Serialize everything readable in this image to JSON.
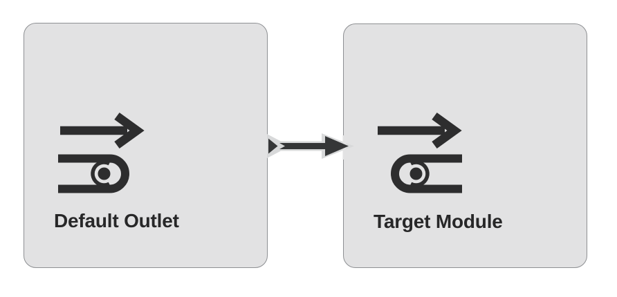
{
  "diagram": {
    "title": "",
    "nodes": [
      {
        "id": "default-outlet",
        "label": "Default Outlet",
        "icon": "outlet-arrow-icon"
      },
      {
        "id": "target-module",
        "label": "Target Module",
        "icon": "module-inlet-arrow-icon"
      }
    ],
    "edges": [
      {
        "from": "default-outlet",
        "to": "target-module",
        "direction": "right"
      }
    ],
    "colors": {
      "background": "#ffffff",
      "node_fill": "#e2e2e3",
      "node_border": "#8d8f92",
      "icon_and_text": "#2d2d2e",
      "edge_dark": "#353637",
      "edge_casing": "#d8d9da"
    }
  }
}
